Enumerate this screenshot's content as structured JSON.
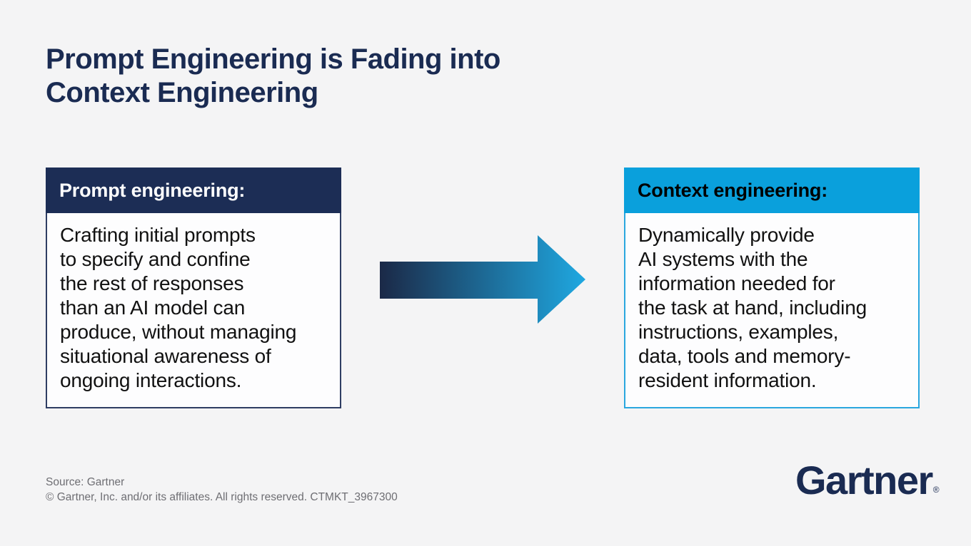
{
  "page": {
    "title": "Prompt Engineering is Fading into\nContext Engineering",
    "background_color": "#F4F4F5"
  },
  "colors": {
    "title_navy": "#1A2B52",
    "header_navy": "#1C2D55",
    "header_light_blue": "#0AA0DC",
    "left_box_border": "#2E3D63",
    "right_box_border": "#2AA7DF",
    "arrow_gradient_start": "#1B2947",
    "arrow_gradient_end": "#1FA8E1",
    "body_text": "#111111",
    "footer_gray": "#6E6E73"
  },
  "left_box": {
    "header": "Prompt engineering:",
    "body": "Crafting initial prompts\nto specify and confine\nthe rest of responses\nthan an AI model can\nproduce, without managing\nsituational awareness of\nongoing interactions."
  },
  "right_box": {
    "header": "Context engineering:",
    "body": "Dynamically provide\nAI systems with the\ninformation needed for\nthe task at hand, including\ninstructions, examples,\ndata, tools and memory-\nresident information."
  },
  "arrow": {
    "direction": "right"
  },
  "footer": {
    "text": "Source: Gartner\n© Gartner, Inc. and/or its affiliates. All rights reserved. CTMKT_3967300"
  },
  "logo": {
    "text": "Gartner",
    "registered_mark": "®"
  }
}
